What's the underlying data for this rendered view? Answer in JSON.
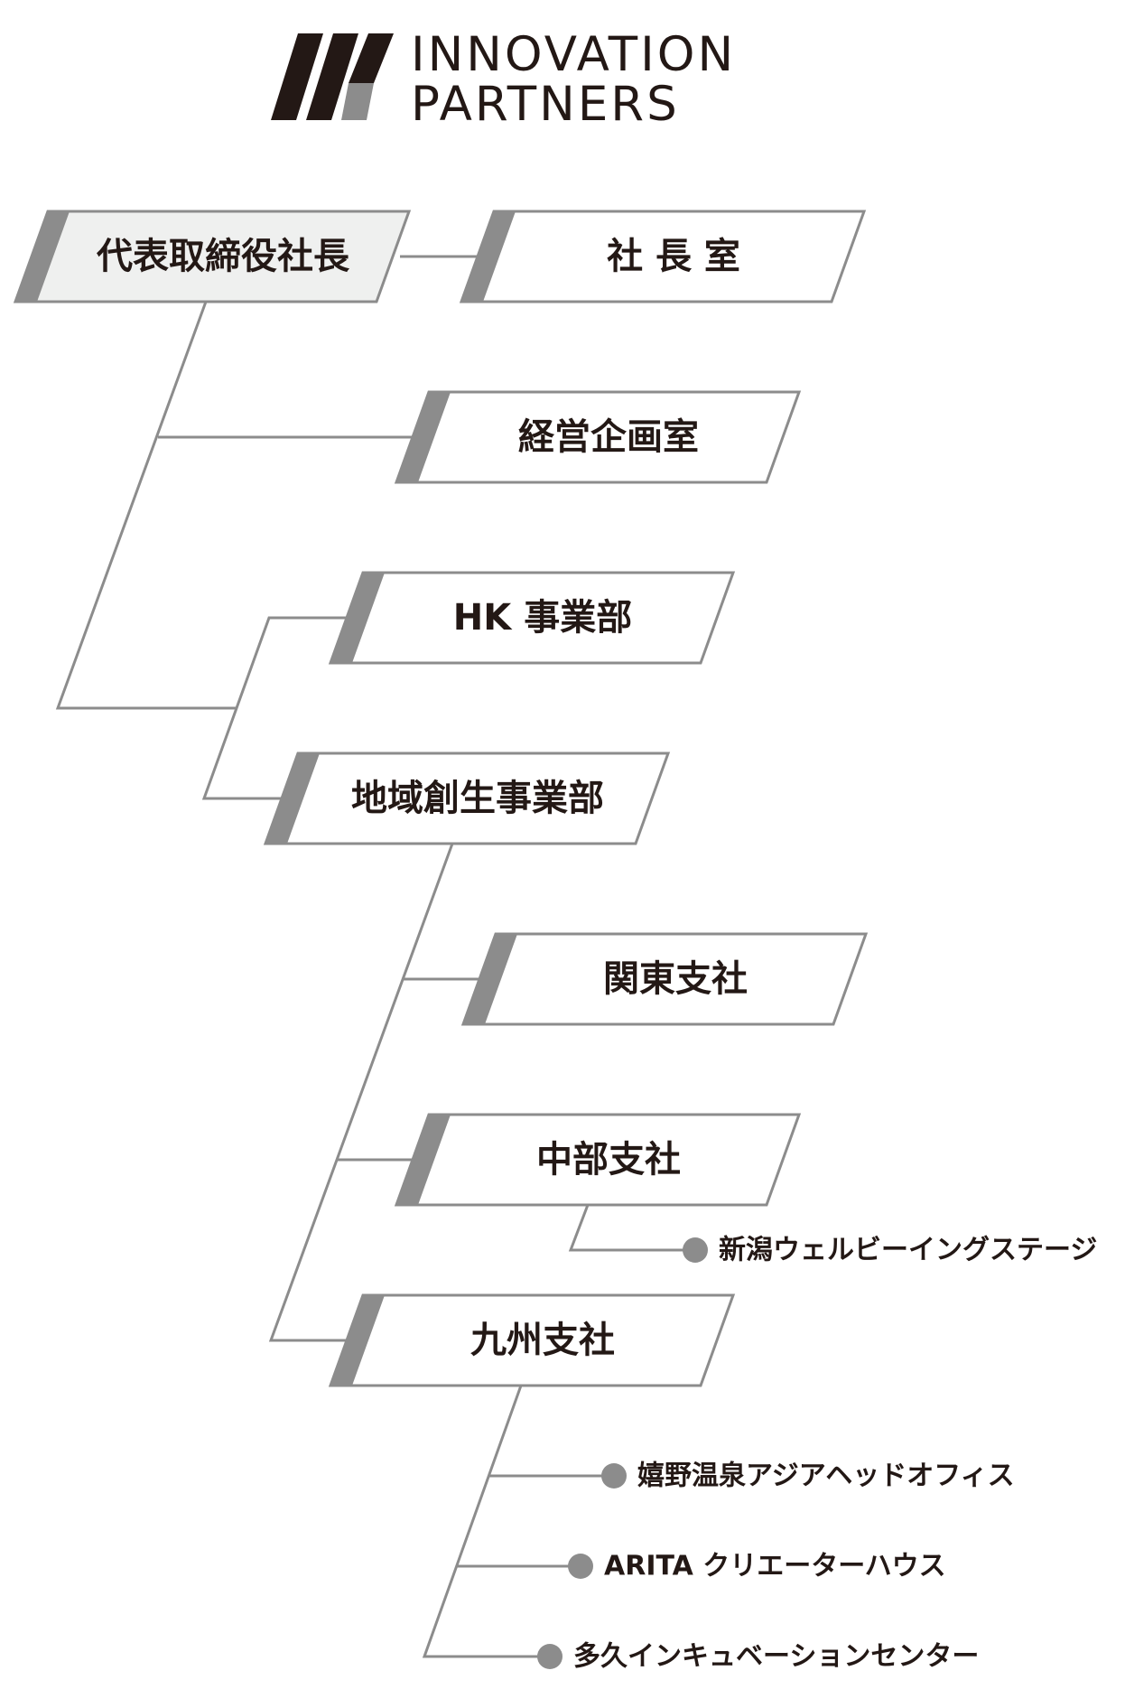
{
  "logo": {
    "line1": "INNOVATION",
    "line2": "PARTNERS",
    "color_dark": "#231815",
    "color_gray": "#8c8c8c"
  },
  "colors": {
    "line": "#8c8c8c",
    "box_border": "#8c8c8c",
    "box_fill": "#ffffff",
    "box_fill_top": "#eff0ef",
    "accent_stripe": "#8c8c8c",
    "text": "#231815",
    "dot": "#8c8c8c"
  },
  "org": {
    "ceo": "代表取締役社長",
    "president_office": "社 長 室",
    "planning": "経営企画室",
    "hk_division": "HK 事業部",
    "regional_division": "地域創生事業部",
    "kanto": "関東支社",
    "chubu": "中部支社",
    "kyushu": "九州支社",
    "niigata": "新潟ウェルビーイングステージ",
    "ureshino": "嬉野温泉アジアヘッドオフィス",
    "arita": "ARITA クリエーターハウス",
    "taku": "多久インキュベーションセンター"
  }
}
